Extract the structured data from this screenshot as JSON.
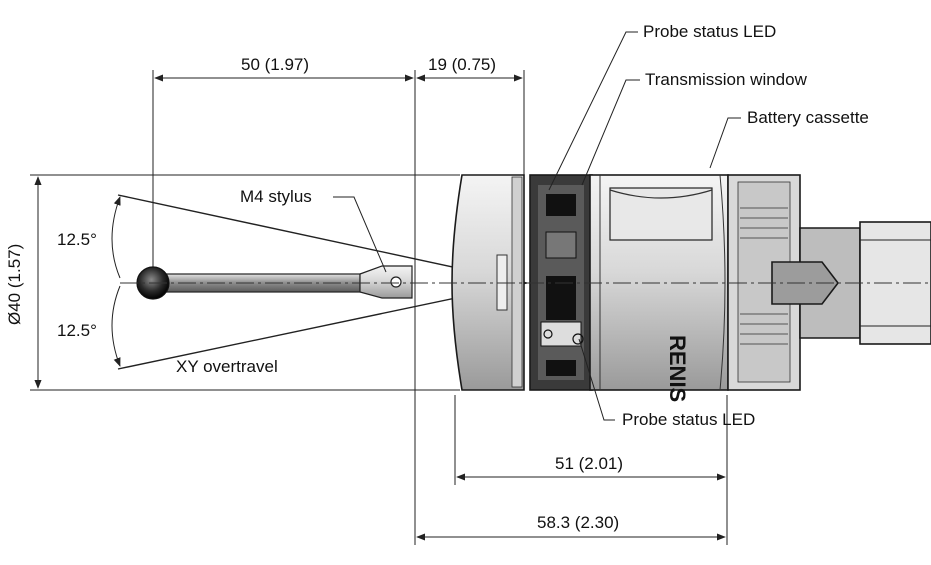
{
  "dimensions": {
    "stylus_length": "50 (1.97)",
    "front_section": "19 (0.75)",
    "body_length": "51 (2.01)",
    "overall_length": "58.3 (2.30)",
    "diameter": "Ø40 (1.57)",
    "angle_upper": "12.5°",
    "angle_lower": "12.5°"
  },
  "callouts": {
    "led_top": "Probe status LED",
    "transmission_window": "Transmission window",
    "battery_cassette": "Battery cassette",
    "led_bottom": "Probe status LED",
    "stylus": "M4 stylus",
    "overtravel": "XY overtravel"
  },
  "brand_text": "RENIS"
}
